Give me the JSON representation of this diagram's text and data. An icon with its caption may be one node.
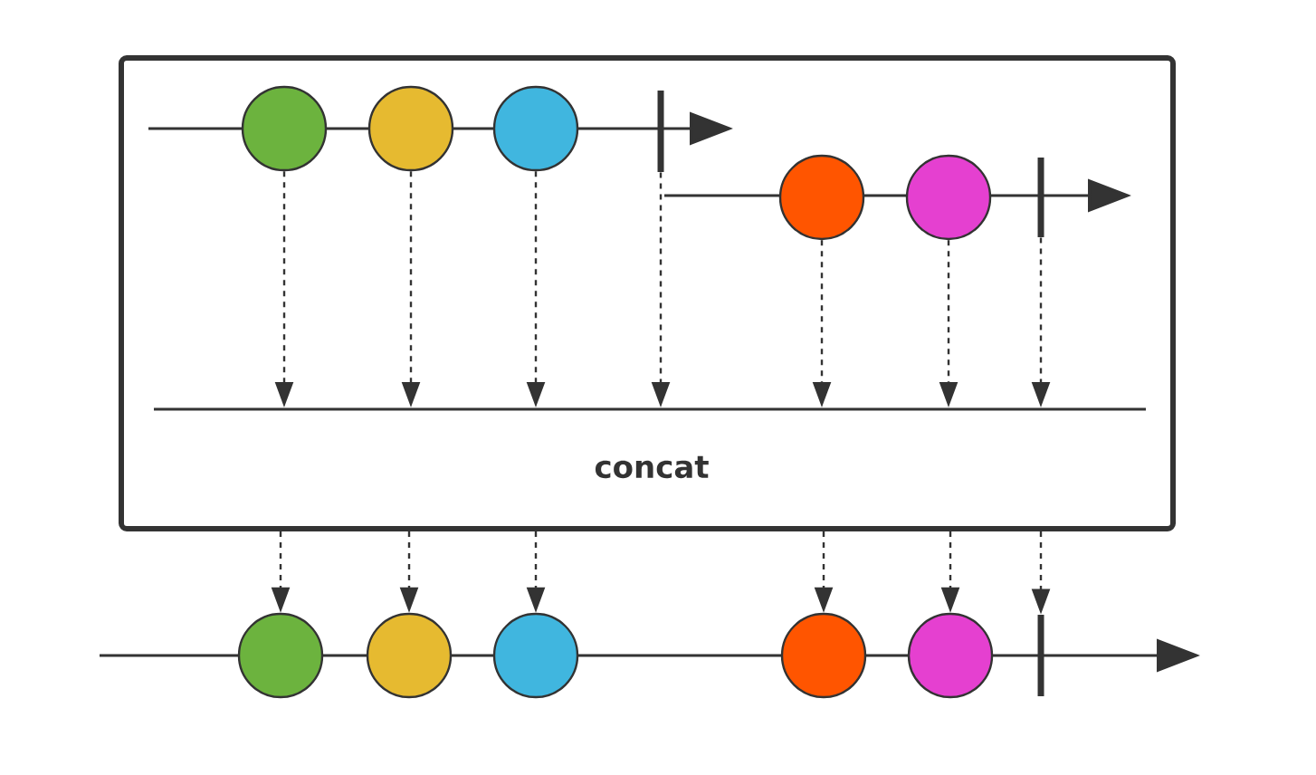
{
  "diagram": {
    "nodes": [
      {
        "text": [
          "concat"
        ]
      },
      {
        "text": [],
        "shape": "circle",
        "in": 0
      },
      {
        "text": [],
        "shape": "circle",
        "in": 0
      },
      {
        "text": [],
        "shape": "circle",
        "in": 0
      },
      {
        "text": [],
        "shape": "bar",
        "in": 0
      },
      {
        "text": [],
        "shape": "circle",
        "in": 0
      },
      {
        "text": [],
        "shape": "circle",
        "in": 0
      },
      {
        "text": [],
        "shape": "bar",
        "in": 0
      },
      {
        "text": [],
        "shape": "bar",
        "in": 0
      },
      {
        "text": [],
        "shape": "circle"
      },
      {
        "text": [],
        "shape": "circle"
      },
      {
        "text": [],
        "shape": "circle"
      },
      {
        "text": [],
        "shape": "circle"
      },
      {
        "text": [],
        "shape": "circle"
      },
      {
        "text": [],
        "shape": "bar"
      }
    ],
    "edges": [
      {
        "from": 1,
        "to": 8,
        "arrow": "to",
        "style": "dashed"
      },
      {
        "from": 2,
        "to": 8,
        "arrow": "to",
        "style": "dashed"
      },
      {
        "from": 3,
        "to": 8,
        "arrow": "to",
        "style": "dashed"
      },
      {
        "from": 4,
        "to": 8,
        "arrow": "to",
        "style": "dashed"
      },
      {
        "from": 5,
        "to": 8,
        "arrow": "to",
        "style": "dashed"
      },
      {
        "from": 6,
        "to": 8,
        "arrow": "to",
        "style": "dashed"
      },
      {
        "from": 7,
        "to": 8,
        "arrow": "to",
        "style": "dashed"
      },
      {
        "from": 0,
        "to": 9,
        "arrow": "to",
        "style": "dashed"
      },
      {
        "from": 0,
        "to": 10,
        "arrow": "to",
        "style": "dashed"
      },
      {
        "from": 0,
        "to": 11,
        "arrow": "to",
        "style": "dashed"
      },
      {
        "from": 0,
        "to": 12,
        "arrow": "to",
        "style": "dashed"
      },
      {
        "from": 0,
        "to": 13,
        "arrow": "to",
        "style": "dashed"
      },
      {
        "from": 0,
        "to": 14,
        "arrow": "to",
        "style": "dashed"
      }
    ]
  }
}
